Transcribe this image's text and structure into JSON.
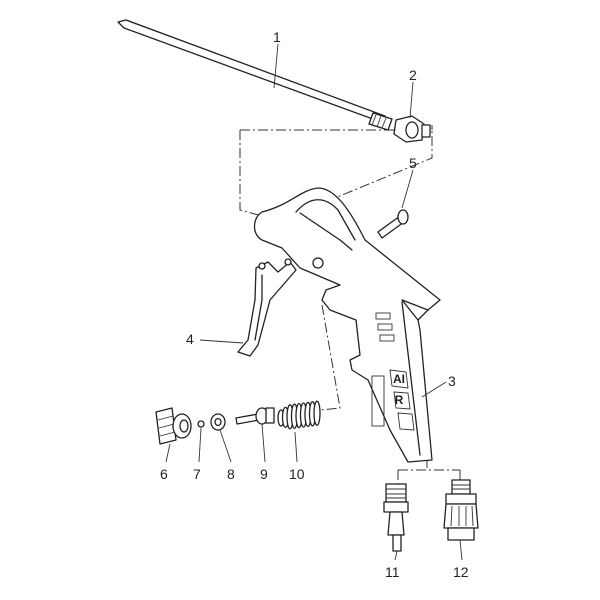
{
  "diagram": {
    "type": "exploded parts diagram",
    "labels": [
      {
        "id": "1"
      },
      {
        "id": "2"
      },
      {
        "id": "3"
      },
      {
        "id": "4"
      },
      {
        "id": "5"
      },
      {
        "id": "6"
      },
      {
        "id": "7"
      },
      {
        "id": "8"
      },
      {
        "id": "9"
      },
      {
        "id": "10"
      },
      {
        "id": "11"
      },
      {
        "id": "12"
      }
    ],
    "handle_logo_text": "AIR"
  }
}
